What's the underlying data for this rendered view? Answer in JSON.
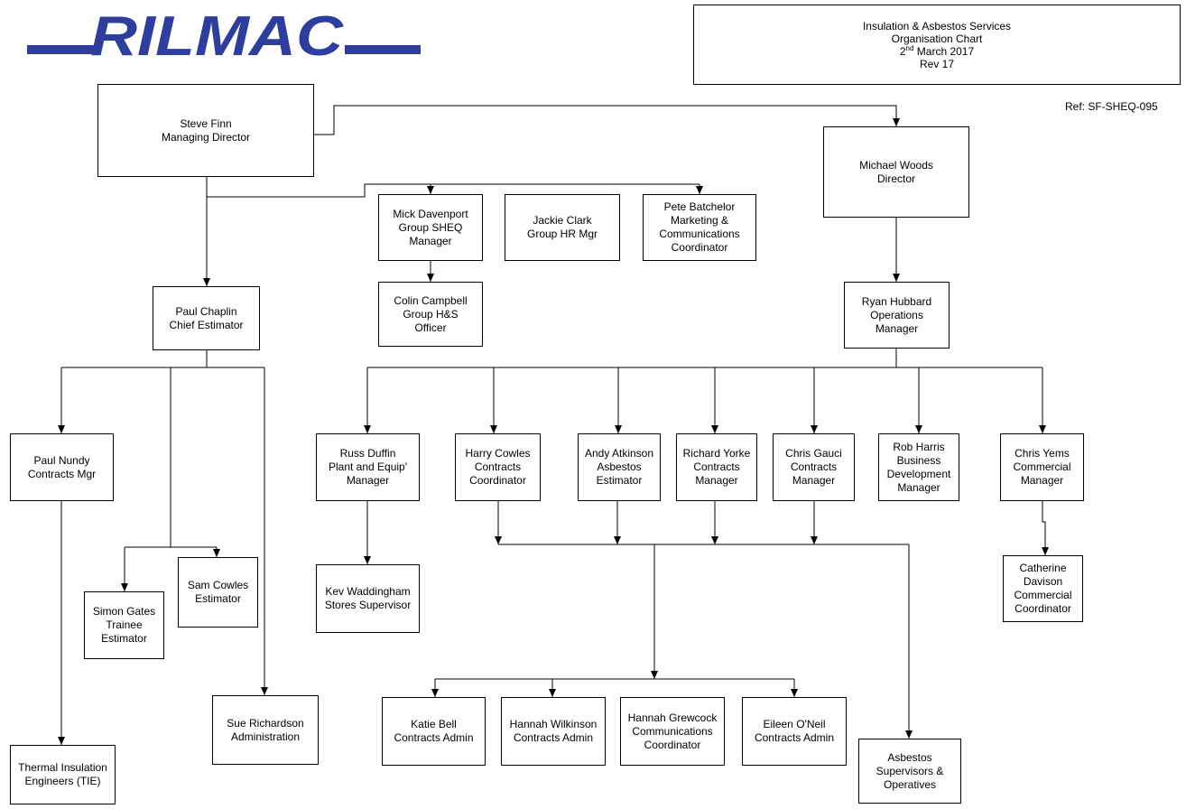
{
  "logo": {
    "text": "RILMAC",
    "color": "#2d3e9e"
  },
  "header": {
    "line1": "Insulation & Asbestos Services",
    "line2": "Organisation Chart",
    "date_day": "2",
    "date_suffix": "nd",
    "date_rest": " March 2017",
    "rev": "Rev 17"
  },
  "ref": "Ref: SF-SHEQ-095",
  "nodes": [
    {
      "id": "steve-finn",
      "name": "Steve Finn",
      "role": "Managing Director"
    },
    {
      "id": "michael-woods",
      "name": "Michael Woods",
      "role": "Director"
    },
    {
      "id": "mick-davenport",
      "name": "Mick Davenport",
      "role": "Group SHEQ Manager"
    },
    {
      "id": "jackie-clark",
      "name": "Jackie Clark",
      "role": "Group HR Mgr"
    },
    {
      "id": "pete-batchelor",
      "name": "Pete Batchelor",
      "role": "Marketing & Communications Coordinator"
    },
    {
      "id": "colin-campbell",
      "name": "Colin Campbell",
      "role": "Group H&S Officer"
    },
    {
      "id": "paul-chaplin",
      "name": "Paul Chaplin",
      "role": "Chief Estimator"
    },
    {
      "id": "ryan-hubbard",
      "name": "Ryan Hubbard",
      "role": "Operations Manager"
    },
    {
      "id": "paul-nundy",
      "name": "Paul Nundy",
      "role": "Contracts Mgr"
    },
    {
      "id": "sam-cowles",
      "name": "Sam Cowles",
      "role": "Estimator"
    },
    {
      "id": "simon-gates",
      "name": "Simon Gates",
      "role": "Trainee Estimator"
    },
    {
      "id": "sue-richardson",
      "name": "Sue Richardson",
      "role": "Administration"
    },
    {
      "id": "tie",
      "name": "Thermal Insulation",
      "role": "Engineers (TIE)"
    },
    {
      "id": "russ-duffin",
      "name": "Russ Duffin",
      "role": "Plant and Equip' Manager"
    },
    {
      "id": "kev-waddingham",
      "name": "Kev Waddingham",
      "role": "Stores Supervisor"
    },
    {
      "id": "harry-cowles",
      "name": "Harry Cowles",
      "role": "Contracts Coordinator"
    },
    {
      "id": "andy-atkinson",
      "name": "Andy Atkinson",
      "role": "Asbestos Estimator"
    },
    {
      "id": "richard-yorke",
      "name": "Richard Yorke",
      "role": "Contracts Manager"
    },
    {
      "id": "chris-gauci",
      "name": "Chris Gauci",
      "role": "Contracts Manager"
    },
    {
      "id": "rob-harris",
      "name": "Rob Harris",
      "role": "Business Development Manager"
    },
    {
      "id": "chris-yems",
      "name": "Chris Yems",
      "role": "Commercial Manager"
    },
    {
      "id": "catherine-davison",
      "name": "Catherine Davison",
      "role": "Commercial Coordinator"
    },
    {
      "id": "katie-bell",
      "name": "Katie Bell",
      "role": "Contracts Admin"
    },
    {
      "id": "hannah-wilkinson",
      "name": "Hannah Wilkinson",
      "role": "Contracts Admin"
    },
    {
      "id": "hannah-grewcock",
      "name": "Hannah Grewcock",
      "role": "Communications Coordinator"
    },
    {
      "id": "eileen-oneil",
      "name": "Eileen O'Neil",
      "role": "Contracts Admin"
    },
    {
      "id": "asbestos-supervisors",
      "name": "Asbestos Supervisors &",
      "role": "Operatives"
    }
  ]
}
